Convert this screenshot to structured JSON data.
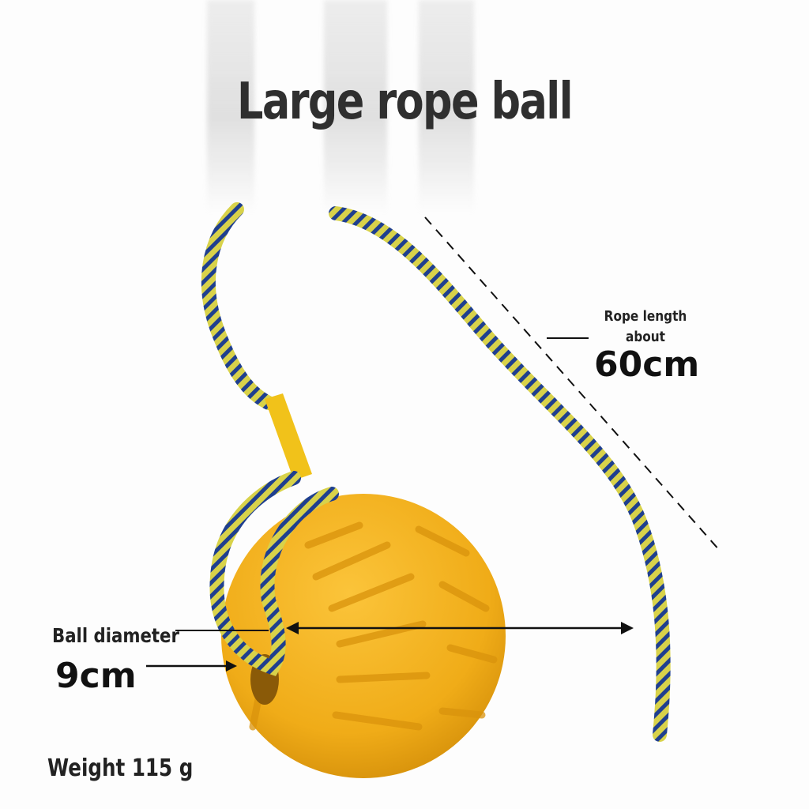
{
  "title": "Large rope ball",
  "rope": {
    "label": "Rope length about",
    "value": "60cm"
  },
  "ball": {
    "label": "Ball diameter",
    "value": "9cm"
  },
  "weight": "Weight 115 g",
  "colors": {
    "ball": "#f2b21e",
    "ball_shadow": "#d9930c",
    "rope_yellow": "#d8d24a",
    "rope_blue": "#1f3f8f",
    "text": "#222222"
  }
}
